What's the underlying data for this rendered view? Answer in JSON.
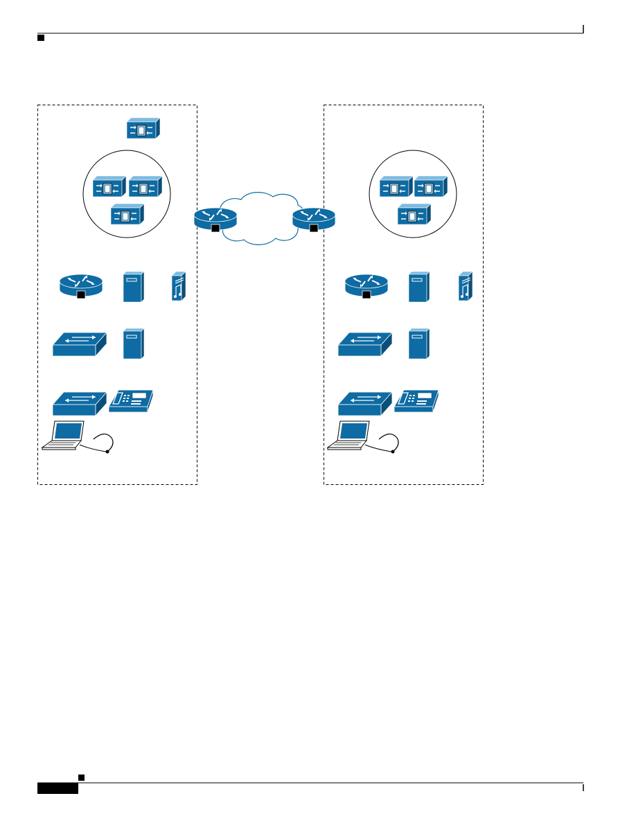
{
  "colors": {
    "device_fill": "#0e6ba3",
    "device_dark": "#0a4f7a",
    "device_light": "#7fbbe0",
    "line": "#000000",
    "dash": "#000000",
    "background": "#ffffff"
  },
  "header": {
    "title": ""
  },
  "footer": {
    "page_number": ""
  },
  "sites": [
    {
      "id": "site-a",
      "label": "",
      "devices": [
        "call-manager-standalone",
        "call-manager-cluster",
        "voice-gateway-router",
        "server",
        "voicemail-server",
        "lan-switch",
        "server",
        "access-switch",
        "ip-phone",
        "laptop",
        "headset"
      ]
    },
    {
      "id": "site-b",
      "label": "",
      "devices": [
        "call-manager-cluster",
        "voice-gateway-router",
        "server",
        "voicemail-server",
        "lan-switch",
        "server",
        "access-switch",
        "ip-phone",
        "laptop",
        "headset"
      ]
    }
  ],
  "wan": {
    "label": "",
    "routers": [
      "wan-router-a",
      "wan-router-b"
    ],
    "cloud": "ip-wan-cloud"
  }
}
